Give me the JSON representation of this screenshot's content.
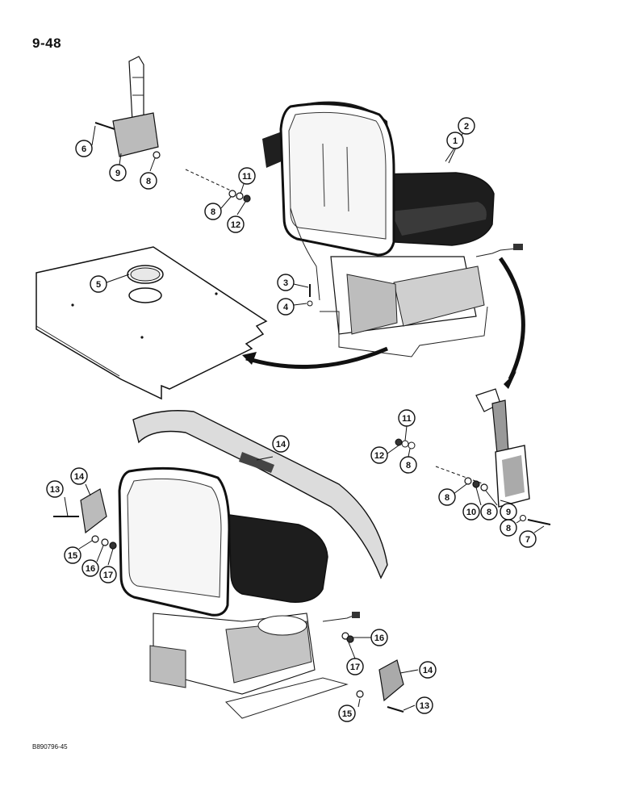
{
  "page": {
    "number": "9-48",
    "drawing_code": "B890796-45"
  },
  "callouts": {
    "c1": "1",
    "c2": "2",
    "c3": "3",
    "c4": "4",
    "c5": "5",
    "c6": "6",
    "c7": "7",
    "c8a": "8",
    "c8b": "8",
    "c8c": "8",
    "c8d": "8",
    "c8e": "8",
    "c8f": "8",
    "c9a": "9",
    "c9b": "9",
    "c10": "10",
    "c11a": "11",
    "c11b": "11",
    "c12a": "12",
    "c12b": "12",
    "c13a": "13",
    "c13b": "13",
    "c14a": "14",
    "c14b": "14",
    "c14c": "14",
    "c15a": "15",
    "c15b": "15",
    "c16a": "16",
    "c16b": "16",
    "c17a": "17",
    "c17b": "17"
  }
}
